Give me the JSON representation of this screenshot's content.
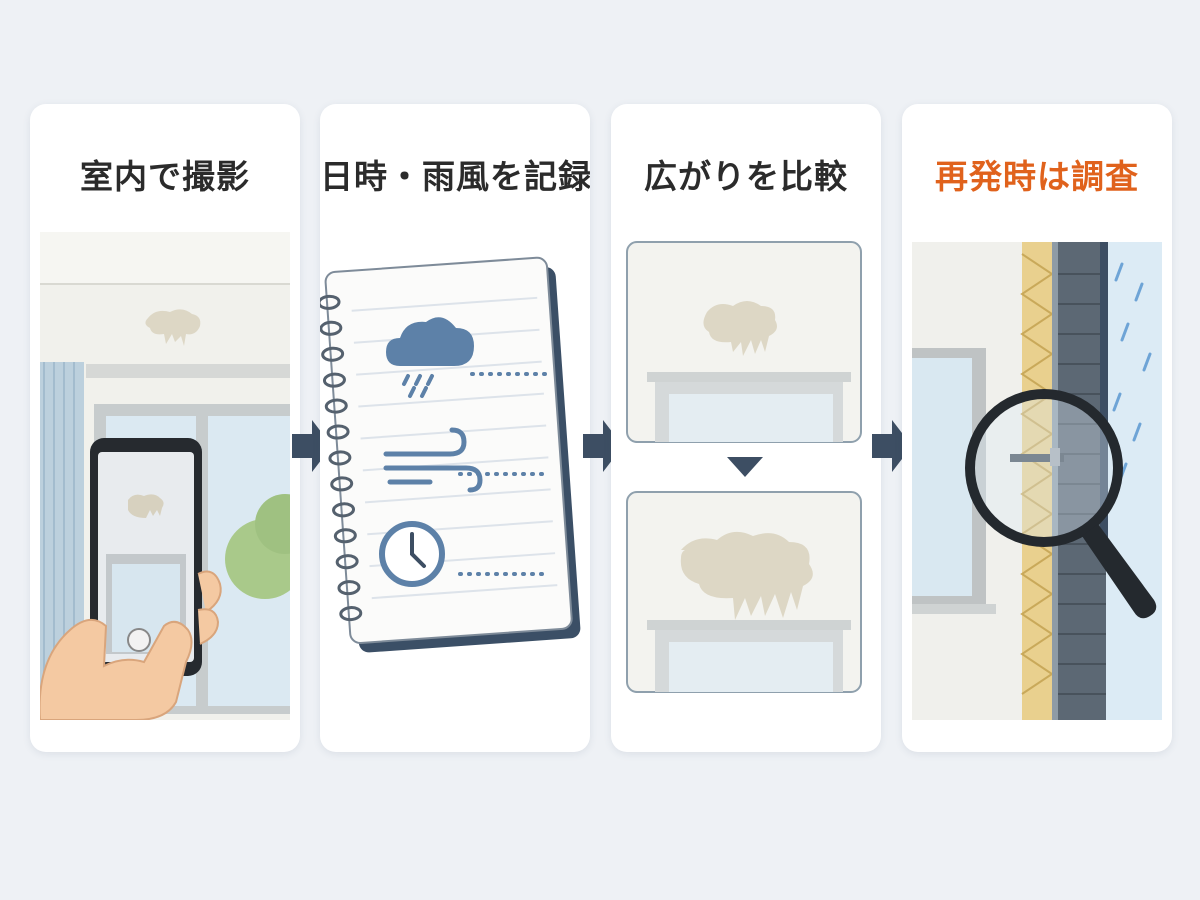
{
  "steps": [
    {
      "title": "室内で撮影",
      "illustration": "phone-photographing-ceiling-stain"
    },
    {
      "title": "日時・雨風を記録",
      "illustration": "notebook-log",
      "icons": [
        "rain-cloud-icon",
        "wind-icon",
        "clock-icon"
      ]
    },
    {
      "title": "広がりを比較",
      "illustration": "stain-spread-comparison"
    },
    {
      "title": "再発時は調査",
      "illustration": "wall-cross-section-inspection",
      "icons": [
        "magnifier-icon"
      ]
    }
  ],
  "colors": {
    "title": "#2b2b2b",
    "accent": "#e0621c",
    "arrow": "#3d4e63",
    "card": "#ffffff",
    "background": "#eef1f5"
  }
}
